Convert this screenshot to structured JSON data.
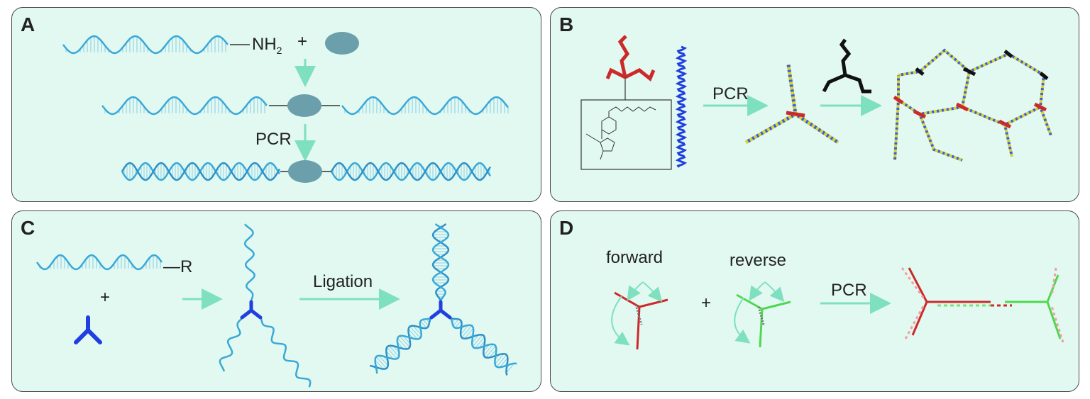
{
  "panels": {
    "A": {
      "label": "A",
      "nh2": "NH",
      "nh2_sub": "2",
      "plus": "+",
      "pcr": "PCR"
    },
    "B": {
      "label": "B",
      "pcr": "PCR"
    },
    "C": {
      "label": "C",
      "r": "—R",
      "plus": "+",
      "ligation": "Ligation"
    },
    "D": {
      "label": "D",
      "forward": "forward",
      "reverse": "reverse",
      "plus": "+",
      "pcr": "PCR"
    }
  },
  "colors": {
    "panel_bg": "#e2f9f1",
    "dna": "#3aa8d8",
    "arrow": "#7fe0c0",
    "particle": "#6a9fab",
    "red": "#cc2a2a",
    "green": "#4fd84f",
    "blue": "#1f3fe0",
    "yellow": "#d8d030"
  }
}
